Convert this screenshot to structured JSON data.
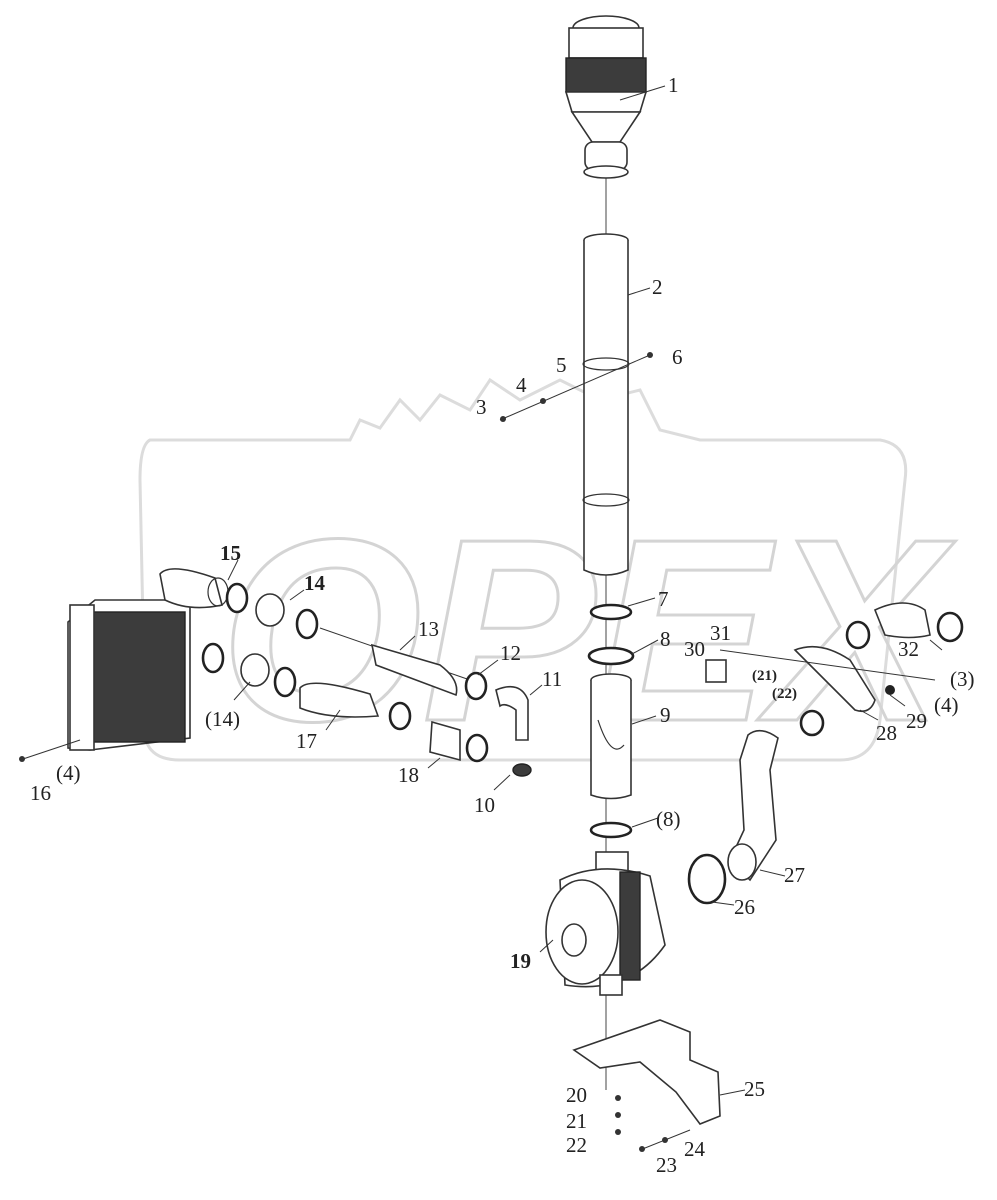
{
  "watermark": {
    "text": "OPEX"
  },
  "callouts": {
    "c1": "1",
    "c2": "2",
    "c3": "3",
    "c4": "4",
    "c5": "5",
    "c6": "6",
    "c7": "7",
    "c8": "8",
    "c9": "9",
    "c10": "10",
    "c11": "11",
    "c12": "12",
    "c13": "13",
    "c14": "14",
    "c15": "15",
    "c16": "16",
    "c4_left": "(4)",
    "c14_paren": "(14)",
    "c17": "17",
    "c18": "18",
    "c8_paren": "(8)",
    "c19": "19",
    "c20": "20",
    "c21": "21",
    "c22": "22",
    "c23": "23",
    "c24": "24",
    "c25": "25",
    "c26": "26",
    "c27": "27",
    "c28": "28",
    "c29": "29",
    "c30": "30",
    "c31": "31",
    "c32": "32",
    "c3_paren": "(3)",
    "c4_paren": "(4)",
    "c21_paren": "(21)",
    "c22_paren": "(22)"
  }
}
